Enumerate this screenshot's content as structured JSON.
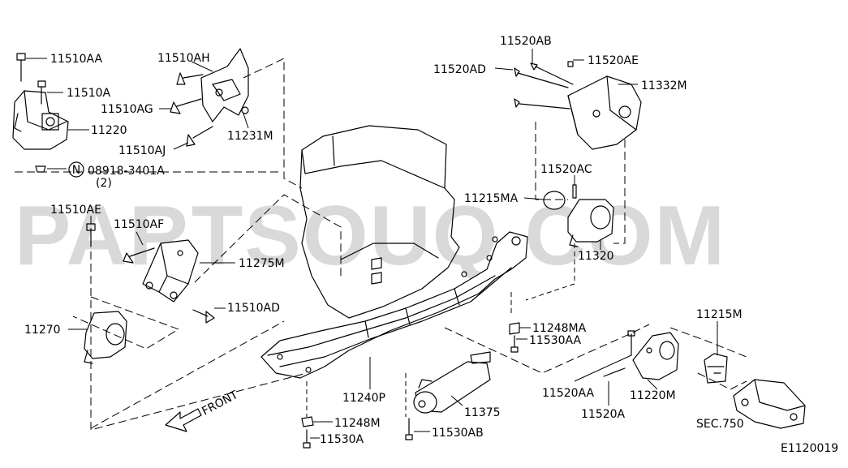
{
  "watermark": "PARTSOUQ.COM",
  "labels": {
    "p11510AA": "11510AA",
    "p11510A": "11510A",
    "p11220": "11220",
    "p08918_num": "08918-3401A",
    "p08918_qty": "(2)",
    "p08918_badge": "N",
    "p11510AH": "11510AH",
    "p11510AG": "11510AG",
    "p11510AJ": "11510AJ",
    "p11231M": "11231M",
    "p11520AB": "11520AB",
    "p11520AD": "11520AD",
    "p11520AE": "11520AE",
    "p11332M": "11332M",
    "p11520AC": "11520AC",
    "p11215MA": "11215MA",
    "p11320": "11320",
    "p11510AE": "11510AE",
    "p11510AF": "11510AF",
    "p11275M": "11275M",
    "p11510AD": "11510AD",
    "p11270": "11270",
    "p11248MA": "11248MA",
    "p11530AA": "11530AA",
    "p11215M": "11215M",
    "p11240P": "11240P",
    "p11375": "11375",
    "p11520AA": "11520AA",
    "p11220M": "11220M",
    "p11520A": "11520A",
    "p11248M": "11248M",
    "p11530A": "11530A",
    "p11530AB": "11530AB",
    "sec750": "SEC.750",
    "front": "FRONT",
    "diagram_code": "E1120019"
  }
}
